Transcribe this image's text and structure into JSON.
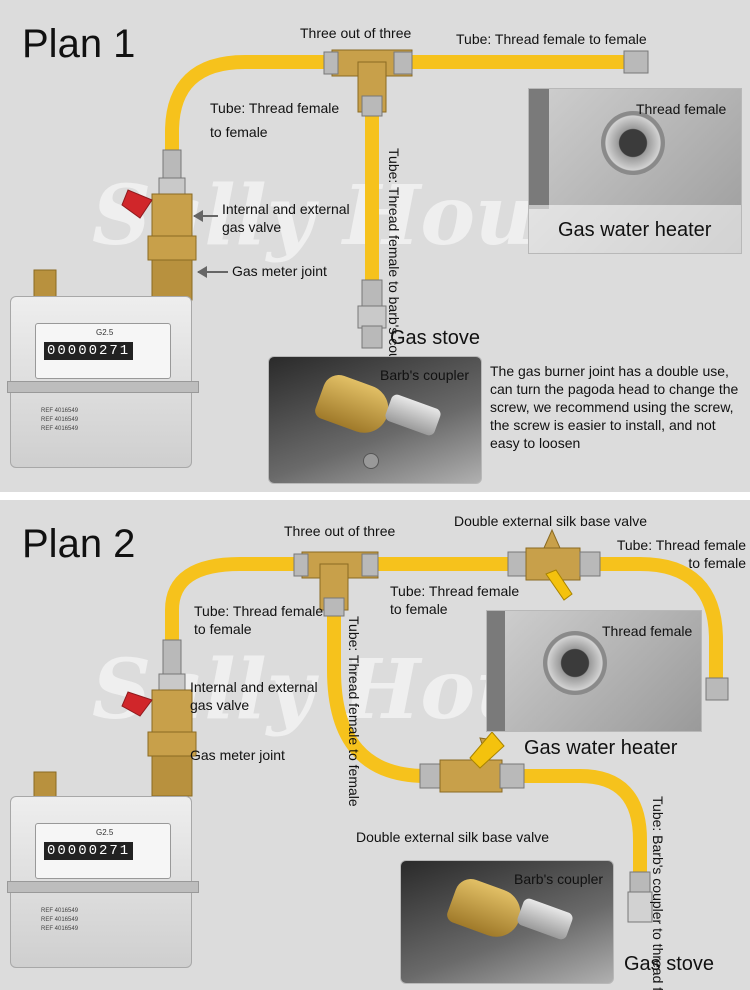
{
  "brand_watermark": "Sally House",
  "plan1": {
    "title": "Plan 1",
    "tee_label": "Three out of three",
    "tube_top_right": "Tube: Thread female to female",
    "tube_left": "Tube: Thread female to female",
    "tube_vertical": "Tube: Thread female to barb's coupler",
    "valve_label": "Internal and external gas valve",
    "meter_joint_label": "Gas meter joint",
    "stove_label": "Gas stove",
    "heater_inset_label": "Thread female",
    "heater_label": "Gas water heater",
    "coupler_inset_label": "Barb's coupler",
    "note": "The gas burner joint has a double use, can turn the pagoda head to change the screw, we recommend using the screw, the screw is easier to install, and not easy to loosen"
  },
  "plan2": {
    "title": "Plan 2",
    "tee_label": "Three out of three",
    "valve_top_label": "Double external silk base valve",
    "tube_far_right": "Tube: Thread female to female",
    "tube_middle": "Tube: Thread female to female",
    "tube_left": "Tube: Thread female to female",
    "tube_vertical": "Tube: Thread female to female",
    "valve_label": "Internal and external gas valve",
    "meter_joint_label": "Gas meter joint",
    "heater_inset_label": "Thread female",
    "heater_label": "Gas water heater",
    "valve_bottom_label": "Double external silk base valve",
    "tube_bottom_right": "Tube: Barb's coupler to thread female",
    "coupler_inset_label": "Barb's coupler",
    "stove_label": "Gas stove"
  },
  "meter": {
    "digits": "00000271",
    "model": "G2.5",
    "serial_lines": [
      "REF 4016549",
      "REF 4016549",
      "REF 4016549"
    ]
  },
  "colors": {
    "hose_yellow": "#f6c21c",
    "brass": "#c8a04a",
    "steel": "#b9b9b9",
    "valve_red": "#d0262a",
    "valve_yellow": "#f4c20d",
    "panel_bg": "#dcdcdc"
  }
}
